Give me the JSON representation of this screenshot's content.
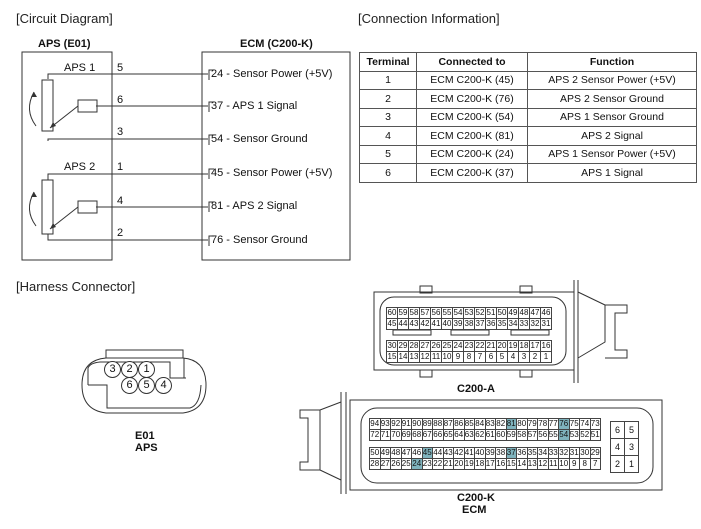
{
  "sections": {
    "circuit": "[Circuit Diagram]",
    "connection": "[Connection Information]",
    "harness": "[Harness Connector]"
  },
  "circuit": {
    "left_box_title": "APS (E01)",
    "right_box_title": "ECM (C200-K)",
    "aps1_label": "APS 1",
    "aps2_label": "APS 2",
    "pins": [
      "5",
      "6",
      "3",
      "1",
      "4",
      "2"
    ],
    "ecm_terminals": [
      "24 - Sensor Power (+5V)",
      "37 - APS 1 Signal",
      "54 - Sensor Ground",
      "45 - Sensor Power (+5V)",
      "81 - APS 2 Signal",
      "76 - Sensor Ground"
    ]
  },
  "connection_table": {
    "headers": [
      "Terminal",
      "Connected to",
      "Function"
    ],
    "rows": [
      [
        "1",
        "ECM C200-K (45)",
        "APS 2 Sensor Power  (+5V)"
      ],
      [
        "2",
        "ECM C200-K (76)",
        "APS 2 Sensor Ground"
      ],
      [
        "3",
        "ECM C200-K (54)",
        "APS 1 Sensor Ground"
      ],
      [
        "4",
        "ECM C200-K (81)",
        "APS 2 Signal"
      ],
      [
        "5",
        "ECM C200-K (24)",
        "APS 1 Sensor Power  (+5V)"
      ],
      [
        "6",
        "ECM C200-K (37)",
        "APS 1 Signal"
      ]
    ]
  },
  "harness": {
    "e01": {
      "pins_top": [
        "3",
        "2",
        "1"
      ],
      "pins_bottom": [
        "6",
        "5",
        "4"
      ],
      "label1": "E01",
      "label2": "APS"
    },
    "c200a": {
      "label": "C200-A",
      "rows": [
        [
          "60",
          "59",
          "58",
          "57",
          "56",
          "55",
          "54",
          "53",
          "52",
          "51",
          "50",
          "49",
          "48",
          "47",
          "46"
        ],
        [
          "45",
          "44",
          "43",
          "42",
          "41",
          "40",
          "39",
          "38",
          "37",
          "36",
          "35",
          "34",
          "33",
          "32",
          "31"
        ],
        [
          "30",
          "29",
          "28",
          "27",
          "26",
          "25",
          "24",
          "23",
          "22",
          "21",
          "20",
          "19",
          "18",
          "17",
          "16"
        ],
        [
          "15",
          "14",
          "13",
          "12",
          "11",
          "10",
          "9",
          "8",
          "7",
          "6",
          "5",
          "4",
          "3",
          "2",
          "1"
        ]
      ]
    },
    "c200k": {
      "label1": "C200-K",
      "label2": "ECM",
      "highlight_color": "#7fb3bd",
      "highlighted": [
        "24",
        "37",
        "45",
        "54",
        "76",
        "81"
      ],
      "rows": [
        [
          "94",
          "93",
          "92",
          "91",
          "90",
          "89",
          "88",
          "87",
          "86",
          "85",
          "84",
          "83",
          "82",
          "81",
          "80",
          "79",
          "78",
          "77",
          "76",
          "75",
          "74",
          "73"
        ],
        [
          "72",
          "71",
          "70",
          "69",
          "68",
          "67",
          "66",
          "65",
          "64",
          "63",
          "62",
          "61",
          "60",
          "59",
          "58",
          "57",
          "56",
          "55",
          "54",
          "53",
          "52",
          "51"
        ],
        [
          "50",
          "49",
          "48",
          "47",
          "46",
          "45",
          "44",
          "43",
          "42",
          "41",
          "40",
          "39",
          "38",
          "37",
          "36",
          "35",
          "34",
          "33",
          "32",
          "31",
          "30",
          "29"
        ],
        [
          "28",
          "27",
          "26",
          "25",
          "24",
          "23",
          "22",
          "21",
          "20",
          "19",
          "18",
          "17",
          "16",
          "15",
          "14",
          "13",
          "12",
          "11",
          "10",
          "9",
          "8",
          "7"
        ]
      ],
      "side_block": [
        [
          "6",
          "5"
        ],
        [
          "4",
          "3"
        ],
        [
          "2",
          "1"
        ]
      ]
    }
  }
}
